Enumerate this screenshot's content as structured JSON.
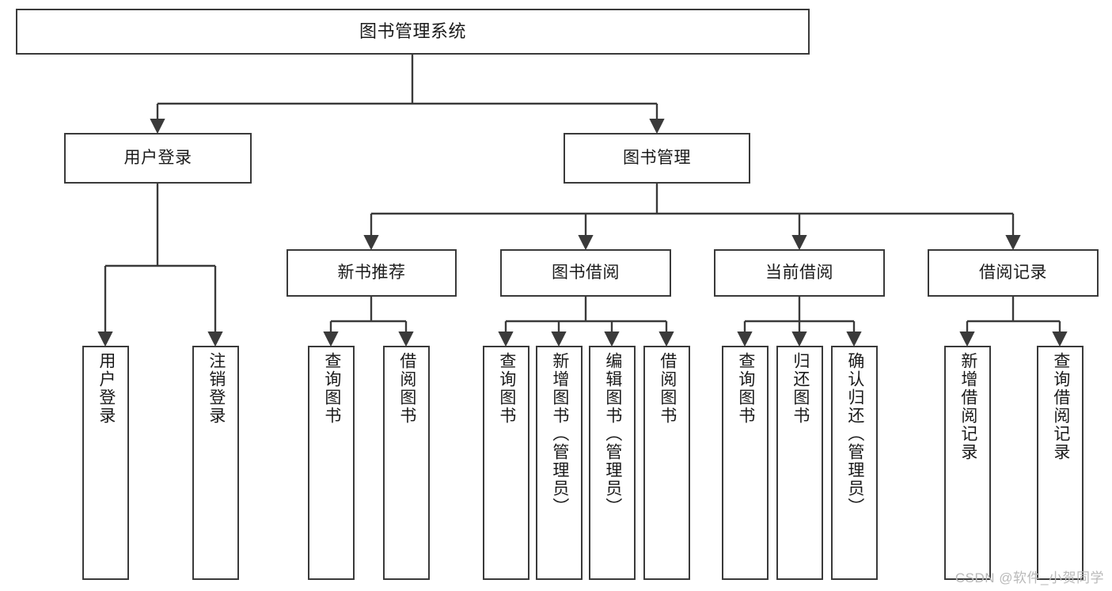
{
  "diagram": {
    "title": "图书管理系统",
    "type": "tree-hierarchy",
    "orientation": "top-down",
    "colors": {
      "node_border": "#3a3a3a",
      "node_fill": "#ffffff",
      "edge": "#3a3a3a",
      "text": "#1a1a1a",
      "watermark": "#b9b9b9",
      "background": "#ffffff"
    }
  },
  "watermark": {
    "text": "CSDN @软件_小贺同学"
  },
  "nodes": {
    "root": {
      "label": "图书管理系统"
    },
    "level2": [
      {
        "label": "用户登录"
      },
      {
        "label": "图书管理"
      }
    ],
    "level3": [
      {
        "label": "新书推荐"
      },
      {
        "label": "图书借阅"
      },
      {
        "label": "当前借阅"
      },
      {
        "label": "借阅记录"
      }
    ],
    "leaves_user_login": [
      {
        "label": "用户登录"
      },
      {
        "label": "注销登录"
      }
    ],
    "leaves_new_book": [
      {
        "label": "查询图书"
      },
      {
        "label": "借阅图书"
      }
    ],
    "leaves_borrow": [
      {
        "label": "查询图书"
      },
      {
        "label": "新增图书（管理员）"
      },
      {
        "label": "编辑图书（管理员）"
      },
      {
        "label": "借阅图书"
      }
    ],
    "leaves_current": [
      {
        "label": "查询图书"
      },
      {
        "label": "归还图书"
      },
      {
        "label": "确认归还（管理员）"
      }
    ],
    "leaves_records": [
      {
        "label": "新增借阅记录"
      },
      {
        "label": "查询借阅记录"
      }
    ]
  }
}
